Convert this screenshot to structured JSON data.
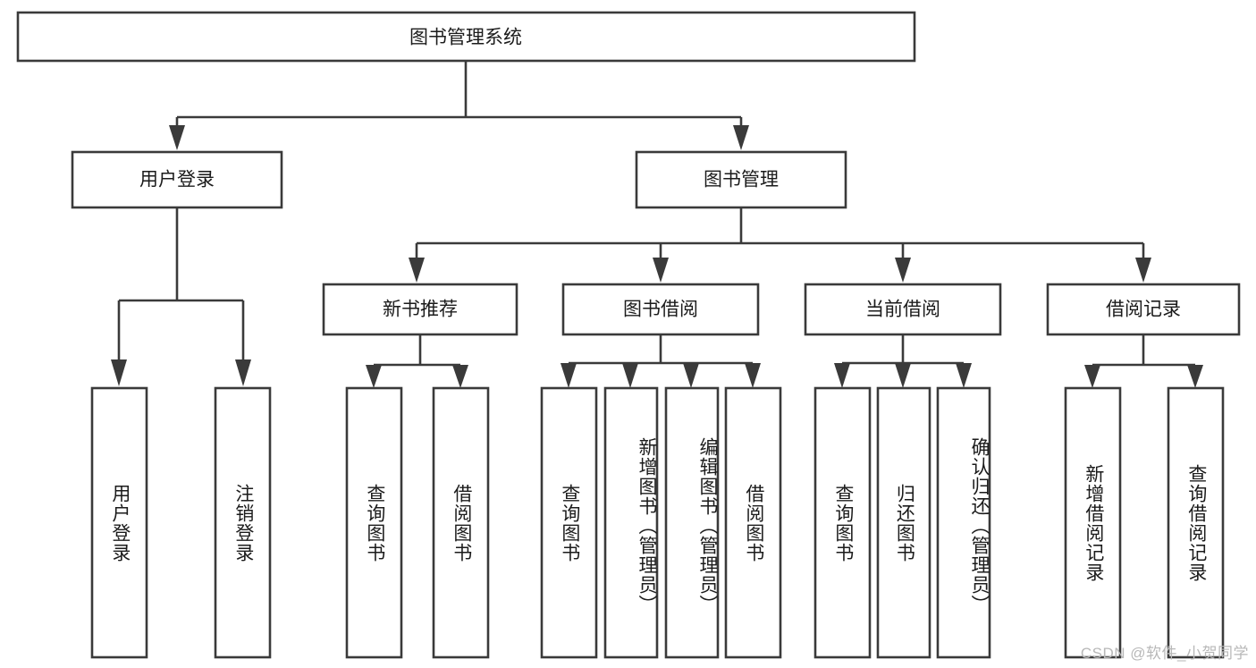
{
  "diagram": {
    "title": "图书管理系统",
    "type": "tree-hierarchy",
    "watermark": "CSDN @软件_小贺同学",
    "colors": {
      "stroke": "#3a3a3a",
      "box_fill": "#ffffff",
      "text": "#1b1b1b",
      "background": "#ffffff",
      "watermark": "#b8b8b8"
    },
    "root": {
      "label": "图书管理系统"
    },
    "level2": [
      {
        "label": "用户登录"
      },
      {
        "label": "图书管理"
      }
    ],
    "level3": [
      {
        "label": "新书推荐"
      },
      {
        "label": "图书借阅"
      },
      {
        "label": "当前借阅"
      },
      {
        "label": "借阅记录"
      }
    ],
    "leaves": {
      "user_login": [
        {
          "label": "用户登录"
        },
        {
          "label": "注销登录"
        }
      ],
      "new_book_recommend": [
        {
          "label": "查询图书"
        },
        {
          "label": "借阅图书"
        }
      ],
      "book_borrow": [
        {
          "label": "查询图书"
        },
        {
          "label": "新增图书（管理员）"
        },
        {
          "label": "编辑图书（管理员）"
        },
        {
          "label": "借阅图书"
        }
      ],
      "current_borrow": [
        {
          "label": "查询图书"
        },
        {
          "label": "归还图书"
        },
        {
          "label": "确认归还（管理员）"
        }
      ],
      "borrow_record": [
        {
          "label": "新增借阅记录"
        },
        {
          "label": "查询借阅记录"
        }
      ]
    }
  }
}
